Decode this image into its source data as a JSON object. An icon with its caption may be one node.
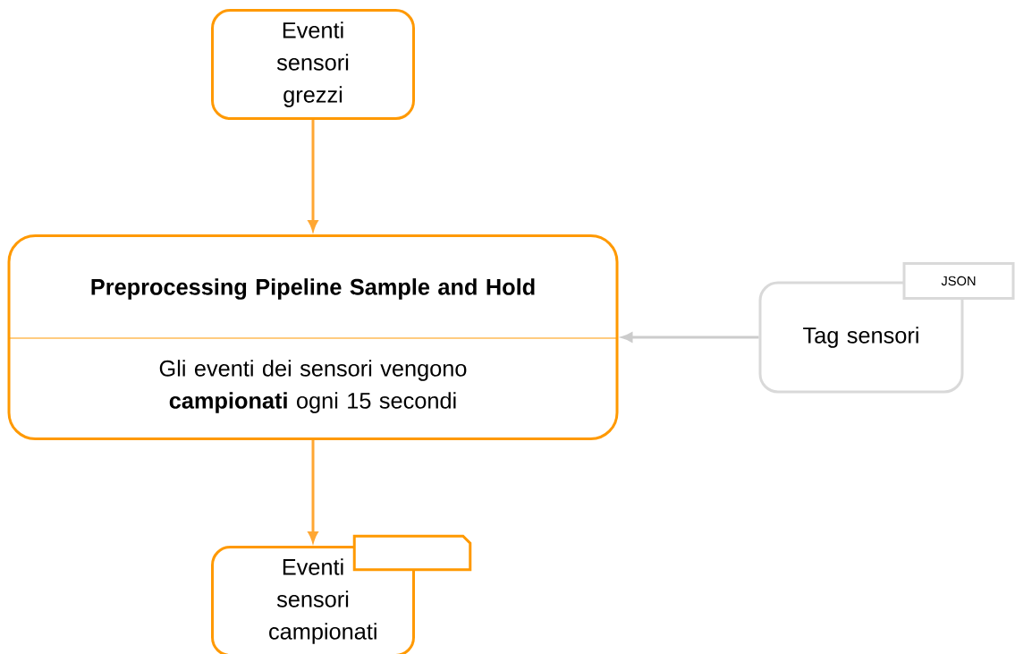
{
  "diagram": {
    "nodes": [
      {
        "text": [
          "Eventi sensori grezzi"
        ]
      },
      {
        "text": [
          "Preprocessing Pipeline Sample and Hold",
          "Gli eventi dei sensori vengono **campionati** ogni 15 secondi"
        ]
      },
      {
        "text": [
          "Tag sensori"
        ]
      },
      {
        "text": [
          "JSON"
        ]
      },
      {
        "text": [
          "Eventi sensori campionati"
        ]
      },
      {
        "text": [],
        "shape": "box"
      }
    ],
    "edges": [
      {
        "from": 0,
        "to": 1,
        "arrow": "to"
      },
      {
        "from": 2,
        "to": 1,
        "arrow": "to",
        "color": "#cccccc"
      },
      {
        "from": 1,
        "to": 4,
        "arrow": "to"
      }
    ]
  }
}
